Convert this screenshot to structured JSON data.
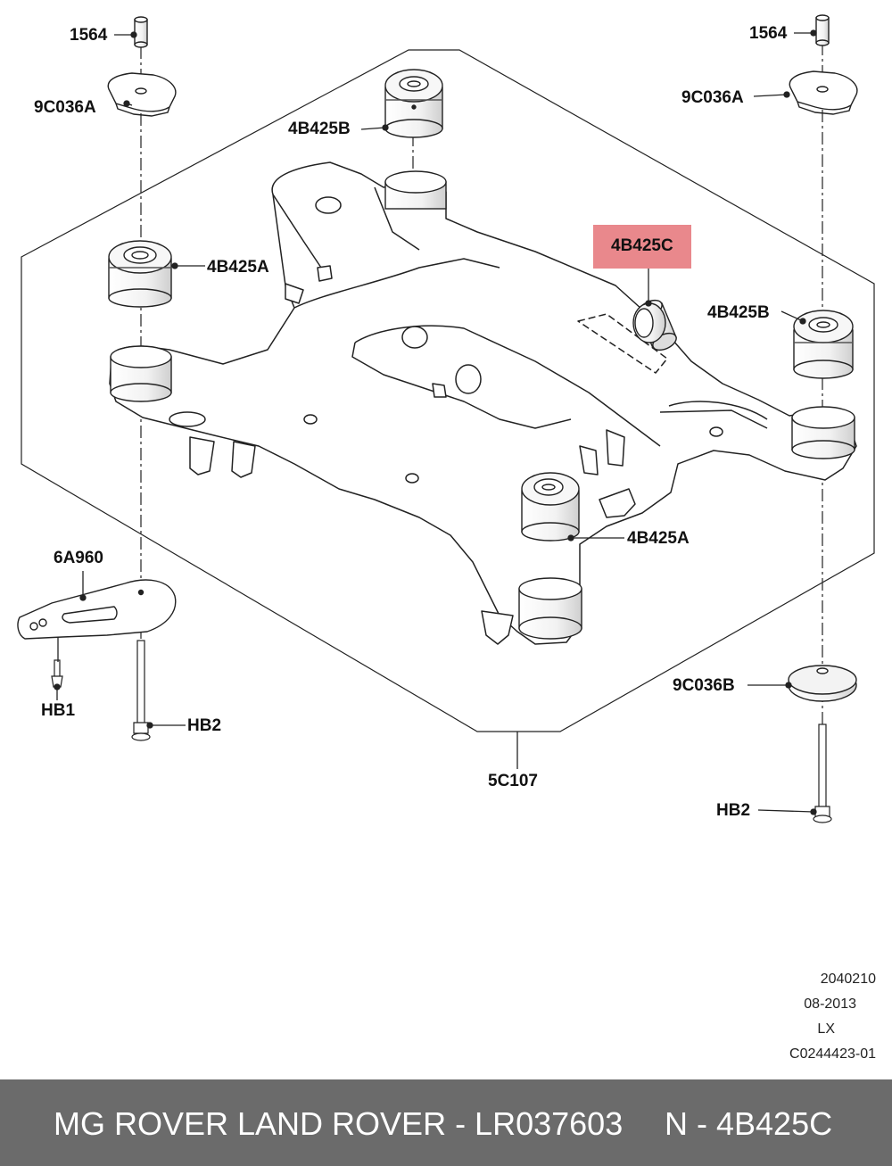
{
  "callouts": {
    "c1564_left": "1564",
    "c1564_right": "1564",
    "c9c036a_left": "9C036A",
    "c9c036a_right": "9C036A",
    "c4b425b_top": "4B425B",
    "c4b425b_right": "4B425B",
    "c4b425a_left": "4B425A",
    "c4b425a_bottom": "4B425A",
    "c4b425c": "4B425C",
    "c6a960": "6A960",
    "chb1": "HB1",
    "chb2_left": "HB2",
    "chb2_right": "HB2",
    "c9c036b": "9C036B",
    "c5c107": "5C107"
  },
  "meta": {
    "code": "2040210",
    "date": "08-2013",
    "model": "LX",
    "ref": "C0244423-01"
  },
  "footer": {
    "brand_part": "MG ROVER LAND ROVER - LR037603",
    "ref": "N - 4B425C"
  },
  "colors": {
    "highlight": "#e9888c",
    "footer_bg": "#6b6b6b"
  }
}
